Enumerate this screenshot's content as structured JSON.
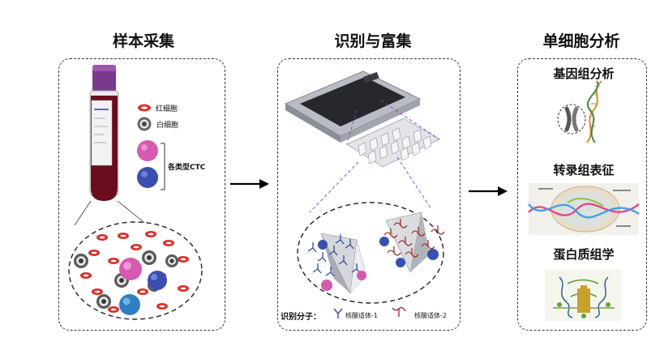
{
  "titles": {
    "sample": "样本采集",
    "enrich": "识别与富集",
    "single_cell": "单细胞分析"
  },
  "legend": {
    "rbc": "红细胞",
    "wbc": "白细胞",
    "ctc": "各类型CTC"
  },
  "molecules": {
    "prefix": "识别分子：",
    "aptamer1": "核酸适体-1",
    "aptamer2": "核酸适体-2"
  },
  "analysis": {
    "genomics": "基因组分析",
    "transcriptomics": "转录组表征",
    "proteomics": "蛋白质组学"
  },
  "colors": {
    "panel_border": "#333333",
    "blood": "#6b0c1c",
    "tube_cap": "#7a3a8c",
    "rbc": "#d9302a",
    "ctc_pink": "#d65ab0",
    "ctc_blue": "#3a4fb0",
    "aptamer_blue": "#2d4d9a",
    "aptamer_red": "#a0302a",
    "guide_line": "#8a3cc4"
  }
}
